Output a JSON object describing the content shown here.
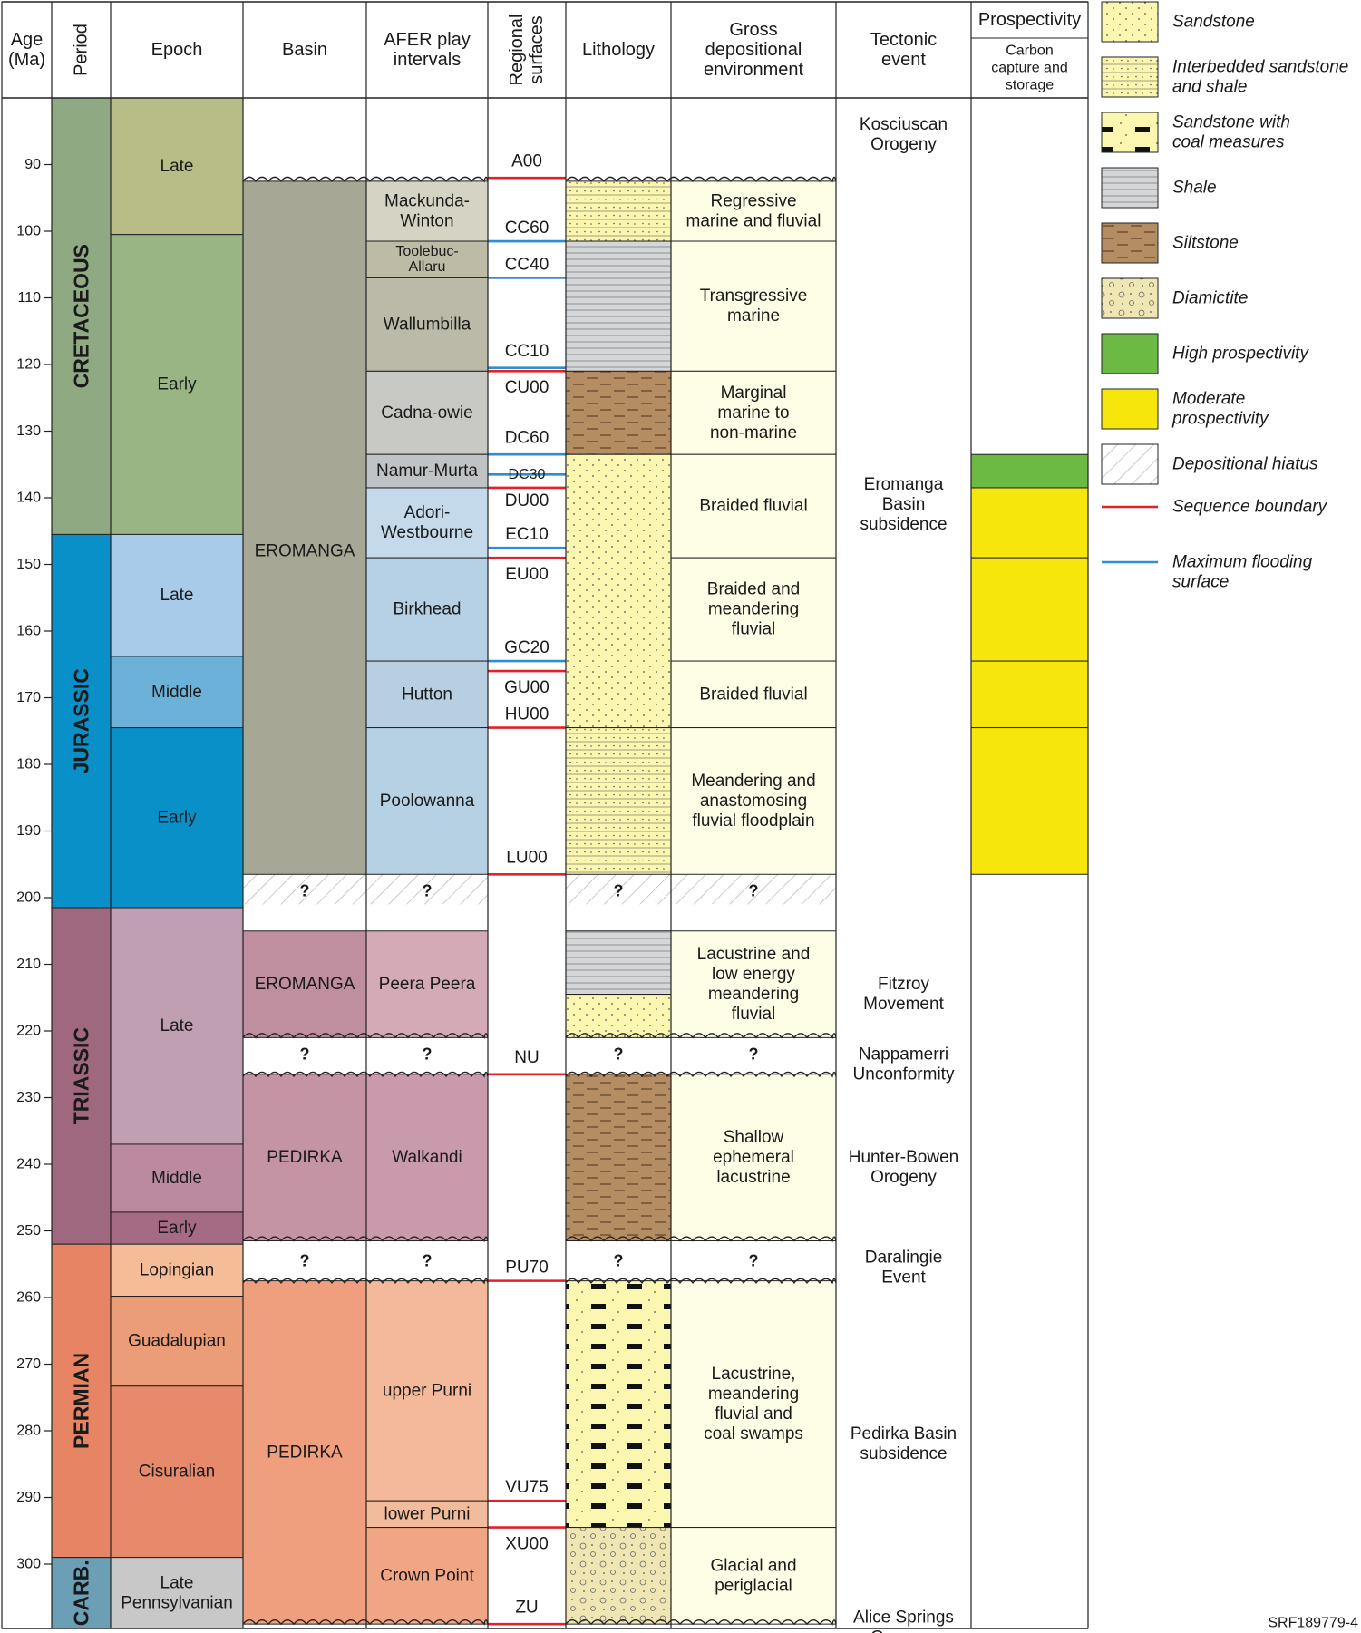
{
  "columns": {
    "age": [
      "Age",
      "(Ma)"
    ],
    "period": "Period",
    "epoch": "Epoch",
    "basin": "Basin",
    "afer": [
      "AFER play",
      "intervals"
    ],
    "regional": [
      "Regional",
      "surfaces"
    ],
    "lithology": "Lithology",
    "environment": [
      "Gross",
      "depositional",
      "environment"
    ],
    "tectonic": [
      "Tectonic",
      "event"
    ],
    "prospectivity": "Prospectivity",
    "ccs": [
      "Carbon",
      "capture and",
      "storage"
    ]
  },
  "age_ticks": [
    90,
    100,
    110,
    120,
    130,
    140,
    150,
    160,
    170,
    180,
    190,
    200,
    210,
    220,
    230,
    240,
    250,
    260,
    270,
    280,
    290,
    300
  ],
  "periods": [
    {
      "name": "CRETACEOUS",
      "from": 80,
      "to": 145.5,
      "color": "#8faa83"
    },
    {
      "name": "JURASSIC",
      "from": 145.5,
      "to": 201.5,
      "color": "#0a90c8"
    },
    {
      "name": "TRIASSIC",
      "from": 201.5,
      "to": 252,
      "color": "#a0687f"
    },
    {
      "name": "PERMIAN",
      "from": 252,
      "to": 299,
      "color": "#e68463"
    },
    {
      "name": "CARB.",
      "from": 299,
      "to": 310,
      "color": "#6a9fb6"
    }
  ],
  "epochs": [
    {
      "name": [
        "Late"
      ],
      "from": 80,
      "to": 100.5,
      "color": "#b8bd88"
    },
    {
      "name": [
        "Early"
      ],
      "from": 100.5,
      "to": 145.5,
      "color": "#99b584"
    },
    {
      "name": [
        "Late"
      ],
      "from": 145.5,
      "to": 163.8,
      "color": "#a9cbea"
    },
    {
      "name": [
        "Middle"
      ],
      "from": 163.8,
      "to": 174.5,
      "color": "#6cb2d8"
    },
    {
      "name": [
        "Early"
      ],
      "from": 174.5,
      "to": 201.5,
      "color": "#0a90c8"
    },
    {
      "name": [
        "Late"
      ],
      "from": 201.5,
      "to": 237,
      "color": "#c19fb2"
    },
    {
      "name": [
        "Middle"
      ],
      "from": 237,
      "to": 247.2,
      "color": "#bb8aa1"
    },
    {
      "name": [
        "Early"
      ],
      "from": 247.2,
      "to": 252,
      "color": "#a66b84"
    },
    {
      "name": [
        "Lopingian"
      ],
      "from": 252,
      "to": 259.8,
      "color": "#f4bd98"
    },
    {
      "name": [
        "Guadalupian"
      ],
      "from": 259.8,
      "to": 273.3,
      "color": "#eb9d78"
    },
    {
      "name": [
        "Cisuralian"
      ],
      "from": 273.3,
      "to": 299,
      "color": "#e68a6b"
    },
    {
      "name": [
        "Late",
        "Pennsylvanian"
      ],
      "from": 299,
      "to": 310,
      "color": "#c8c8c8"
    }
  ],
  "basins": [
    {
      "name": "EROMANGA",
      "from": 92.5,
      "to": 196.5,
      "color": "#a7a796"
    },
    {
      "name": "EROMANGA",
      "from": 205,
      "to": 221,
      "color": "#c08f9f"
    },
    {
      "name": "PEDIRKA",
      "from": 226.5,
      "to": 251.5,
      "color": "#c493a4"
    },
    {
      "name": "PEDIRKA",
      "from": 257.5,
      "to": 309,
      "color": "#ef9f7e"
    }
  ],
  "play_intervals": [
    {
      "name": [
        "Mackunda-",
        "Winton"
      ],
      "from": 92.5,
      "to": 101.5,
      "color": "#d5d3c3"
    },
    {
      "name": [
        "Toolebuc-",
        "Allaru"
      ],
      "from": 101.5,
      "to": 107,
      "color": "#bdbba5",
      "small": true
    },
    {
      "name": [
        "Wallumbilla"
      ],
      "from": 107,
      "to": 121,
      "color": "#bbb9a7"
    },
    {
      "name": [
        "Cadna-owie"
      ],
      "from": 121,
      "to": 133.5,
      "color": "#c8c8c4"
    },
    {
      "name": [
        "Namur-Murta"
      ],
      "from": 133.5,
      "to": 138.5,
      "color": "#bfc3c5"
    },
    {
      "name": [
        "Adori-",
        "Westbourne"
      ],
      "from": 138.5,
      "to": 149,
      "color": "#c4d9ea"
    },
    {
      "name": [
        "Birkhead"
      ],
      "from": 149,
      "to": 164.5,
      "color": "#b6d0e6"
    },
    {
      "name": [
        "Hutton"
      ],
      "from": 164.5,
      "to": 174.5,
      "color": "#b7cfe0"
    },
    {
      "name": [
        "Poolowanna"
      ],
      "from": 174.5,
      "to": 196.5,
      "color": "#b6d0e4"
    },
    {
      "name": [
        "Peera Peera"
      ],
      "from": 205,
      "to": 221,
      "color": "#d3aab5"
    },
    {
      "name": [
        "Walkandi"
      ],
      "from": 226.5,
      "to": 251.5,
      "color": "#c99aab"
    },
    {
      "name": [
        "upper Purni"
      ],
      "from": 257.5,
      "to": 290.5,
      "color": "#f3b99a"
    },
    {
      "name": [
        "lower Purni"
      ],
      "from": 290.5,
      "to": 294.5,
      "color": "#f2bb9b"
    },
    {
      "name": [
        "Crown Point"
      ],
      "from": 294.5,
      "to": 309,
      "color": "#f0a685"
    }
  ],
  "surfaces": [
    {
      "label": "A00",
      "label_at": 89.5,
      "line": 92,
      "type": "sequence"
    },
    {
      "label": "CC60",
      "label_at": 99.5,
      "line": 101.5,
      "type": "flooding"
    },
    {
      "label": "CC40",
      "label_at": 105,
      "line": 107,
      "type": "flooding"
    },
    {
      "label": "CC10",
      "label_at": 118,
      "line": 120.5,
      "type": "flooding"
    },
    {
      "label": "CU00",
      "label_at": 123.5,
      "line": 121,
      "type": "sequence"
    },
    {
      "label": "DC60",
      "label_at": 131,
      "line": 133.5,
      "type": "flooding"
    },
    {
      "label": "DC30",
      "label_at": 136.5,
      "line": 136.5,
      "type": "flooding",
      "small": true
    },
    {
      "label": "DU00",
      "label_at": 140.5,
      "line": 138.5,
      "type": "sequence"
    },
    {
      "label": "EC10",
      "label_at": 145.5,
      "line": 147.5,
      "type": "flooding"
    },
    {
      "label": "EU00",
      "label_at": 151.5,
      "line": 149,
      "type": "sequence"
    },
    {
      "label": "GC20",
      "label_at": 162.5,
      "line": 164.5,
      "type": "flooding"
    },
    {
      "label": "GU00",
      "label_at": 168.5,
      "line": 166,
      "type": "sequence"
    },
    {
      "label": "HU00",
      "label_at": 172.5,
      "line": 174.5,
      "type": "sequence"
    },
    {
      "label": "LU00",
      "label_at": 194,
      "line": 196.5,
      "type": "sequence"
    },
    {
      "label": "NU",
      "label_at": 224,
      "line": 226.5,
      "type": "sequence"
    },
    {
      "label": "PU70",
      "label_at": 255.5,
      "line": 257.5,
      "type": "sequence"
    },
    {
      "label": "VU75",
      "label_at": 288.5,
      "line": 290.5,
      "type": "sequence"
    },
    {
      "label": "XU00",
      "label_at": 297,
      "line": 294.5,
      "type": "sequence"
    },
    {
      "label": "ZU",
      "label_at": 306.5,
      "line": 309,
      "type": "sequence"
    }
  ],
  "lithology": [
    {
      "type": "interbedded",
      "from": 92.5,
      "to": 101.5
    },
    {
      "type": "shale",
      "from": 101.5,
      "to": 121
    },
    {
      "type": "siltstone",
      "from": 121,
      "to": 133.5
    },
    {
      "type": "sandstone",
      "from": 133.5,
      "to": 174.5
    },
    {
      "type": "interbedded",
      "from": 174.5,
      "to": 196.5
    },
    {
      "type": "shale",
      "from": 205,
      "to": 214.5
    },
    {
      "type": "sandstone",
      "from": 214.5,
      "to": 221
    },
    {
      "type": "siltstone",
      "from": 226.5,
      "to": 251.5
    },
    {
      "type": "coal",
      "from": 257.5,
      "to": 294.5
    },
    {
      "type": "diamictite",
      "from": 294.5,
      "to": 309
    }
  ],
  "environments": [
    {
      "text": [
        "Regressive",
        "marine and fluvial"
      ],
      "from": 92.5,
      "to": 101.5
    },
    {
      "text": [
        "Transgressive",
        "marine"
      ],
      "from": 101.5,
      "to": 121
    },
    {
      "text": [
        "Marginal",
        "marine to",
        "non-marine"
      ],
      "from": 121,
      "to": 133.5
    },
    {
      "text": [
        "Braided fluvial"
      ],
      "from": 133.5,
      "to": 149
    },
    {
      "text": [
        "Braided and",
        "meandering",
        "fluvial"
      ],
      "from": 149,
      "to": 164.5
    },
    {
      "text": [
        "Braided fluvial"
      ],
      "from": 164.5,
      "to": 174.5
    },
    {
      "text": [
        "Meandering and",
        "anastomosing",
        "fluvial floodplain"
      ],
      "from": 174.5,
      "to": 196.5
    },
    {
      "text": [
        "Lacustrine and",
        "low energy",
        "meandering",
        "fluvial"
      ],
      "from": 205,
      "to": 221
    },
    {
      "text": [
        "Shallow",
        "ephemeral",
        "lacustrine"
      ],
      "from": 226.5,
      "to": 251.5
    },
    {
      "text": [
        "Lacustrine,",
        "meandering",
        "fluvial and",
        "coal swamps"
      ],
      "from": 257.5,
      "to": 294.5
    },
    {
      "text": [
        "Glacial and",
        "periglacial"
      ],
      "from": 294.5,
      "to": 309
    }
  ],
  "tectonic_events": [
    {
      "text": [
        "Kosciuscan",
        "Orogeny"
      ],
      "at": 85.5
    },
    {
      "text": [
        "Eromanga",
        "Basin",
        "subsidence"
      ],
      "at": 141
    },
    {
      "text": [
        "Fitzroy",
        "Movement"
      ],
      "at": 214.5
    },
    {
      "text": [
        "Nappamerri",
        "Unconformity"
      ],
      "at": 225
    },
    {
      "text": [
        "Hunter-Bowen",
        "Orogeny"
      ],
      "at": 240.5
    },
    {
      "text": [
        "Daralingie",
        "Event"
      ],
      "at": 255.5
    },
    {
      "text": [
        "Pedirka Basin",
        "subsidence"
      ],
      "at": 282
    },
    {
      "text": [
        "Alice Springs",
        "Orogeny"
      ],
      "at": 309.5
    }
  ],
  "prospectivity": [
    {
      "level": "high",
      "from": 133.5,
      "to": 138.5,
      "color": "#6cb944"
    },
    {
      "level": "moderate",
      "from": 138.5,
      "to": 149,
      "color": "#f7e60c"
    },
    {
      "level": "moderate",
      "from": 149,
      "to": 164.5,
      "color": "#f7e60c"
    },
    {
      "level": "moderate",
      "from": 164.5,
      "to": 174.5,
      "color": "#f7e60c"
    },
    {
      "level": "moderate",
      "from": 174.5,
      "to": 196.5,
      "color": "#f7e60c"
    }
  ],
  "hiatus_mark": "?",
  "legend": [
    {
      "key": "sandstone",
      "label": [
        "Sandstone"
      ]
    },
    {
      "key": "interbedded",
      "label": [
        "Interbedded sandstone",
        "and shale"
      ]
    },
    {
      "key": "coal",
      "label": [
        "Sandstone with",
        "coal measures"
      ]
    },
    {
      "key": "shale",
      "label": [
        "Shale"
      ]
    },
    {
      "key": "siltstone",
      "label": [
        "Siltstone"
      ]
    },
    {
      "key": "diamictite",
      "label": [
        "Diamictite"
      ]
    },
    {
      "key": "high",
      "label": [
        "High prospectivity"
      ]
    },
    {
      "key": "moderate",
      "label": [
        "Moderate",
        "prospectivity"
      ]
    },
    {
      "key": "hiatus",
      "label": [
        "Depositional hiatus"
      ]
    },
    {
      "key": "sequence",
      "label": [
        "Sequence boundary"
      ]
    },
    {
      "key": "flooding",
      "label": [
        "Maximum flooding",
        "surface"
      ]
    }
  ],
  "colors": {
    "sandstone": "#fbf7b0",
    "shale": "#d4d6d8",
    "siltstone": "#b48d63",
    "environment": "#fefde6",
    "sequence": "#e5202a",
    "flooding": "#2e8fd0",
    "high": "#6cb944",
    "moderate": "#f7e60c"
  },
  "footer": "SRF189779-4"
}
